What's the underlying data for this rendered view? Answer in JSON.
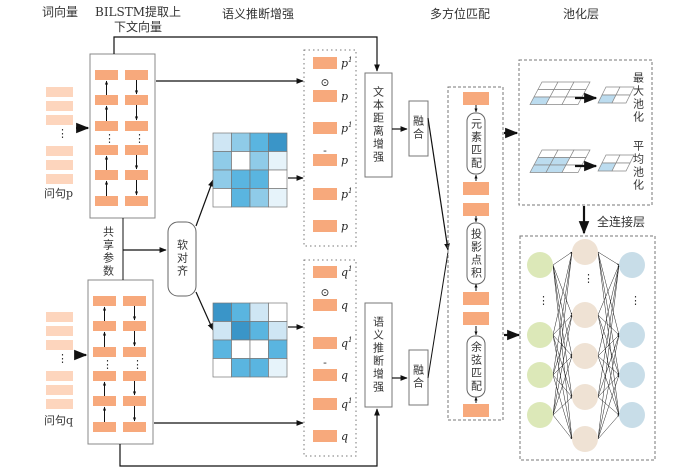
{
  "headers": {
    "word_vectors": "词向量",
    "bilstm_line1": "BILSTM提取上",
    "bilstm_line2": "下文向量",
    "semantic_inference": "语义推断增强",
    "multi_matching": "多方位匹配",
    "pooling": "池化层",
    "fully_connected": "全连接层"
  },
  "inputs": {
    "question_p": "问句p",
    "question_q": "问句q"
  },
  "shared_params": "共享参数",
  "soft_align": "软对齐",
  "p_stack": [
    {
      "sym": "p",
      "sup": "1"
    },
    {
      "op": "⊙"
    },
    {
      "sym": "p"
    },
    {
      "sym": "p",
      "sup": "1"
    },
    {
      "op": "-"
    },
    {
      "sym": "p"
    },
    {
      "sym": "p",
      "sup": "1"
    },
    {
      "sym": "p"
    }
  ],
  "q_stack": [
    {
      "sym": "q",
      "sup": "1"
    },
    {
      "op": "⊙"
    },
    {
      "sym": "q"
    },
    {
      "sym": "q",
      "sup": "1"
    },
    {
      "op": "-"
    },
    {
      "sym": "q"
    },
    {
      "sym": "q",
      "sup": "1"
    },
    {
      "sym": "q"
    }
  ],
  "text_distance_enhance": "文本距离增强",
  "semantic_inference_enhance": "语义推断增强",
  "fusion": "融合",
  "matching": [
    "元素匹配",
    "投影点积",
    "余弦匹配"
  ],
  "pool_types": [
    "最大池化",
    "平均池化"
  ],
  "colors": {
    "orange": "#f7a97c",
    "light_orange": "#fdd5bd",
    "matrix_shades": [
      "#ffffff",
      "#e6f3fa",
      "#cfe6f4",
      "#8fcbe8",
      "#5ab5e0",
      "#3a95c8"
    ],
    "input_node": "#dce8b8",
    "hidden_node": "#efe2d4",
    "output_node": "#c8dde8",
    "pool_highlight": "#bcdcef"
  },
  "matrix_p": [
    [
      2,
      3,
      4,
      5
    ],
    [
      3,
      0,
      3,
      1
    ],
    [
      3,
      4,
      4,
      0
    ],
    [
      0,
      4,
      3,
      1
    ]
  ],
  "matrix_q": [
    [
      5,
      4,
      2,
      0
    ],
    [
      2,
      5,
      4,
      2
    ],
    [
      4,
      0,
      0,
      4
    ],
    [
      0,
      4,
      4,
      1
    ]
  ]
}
